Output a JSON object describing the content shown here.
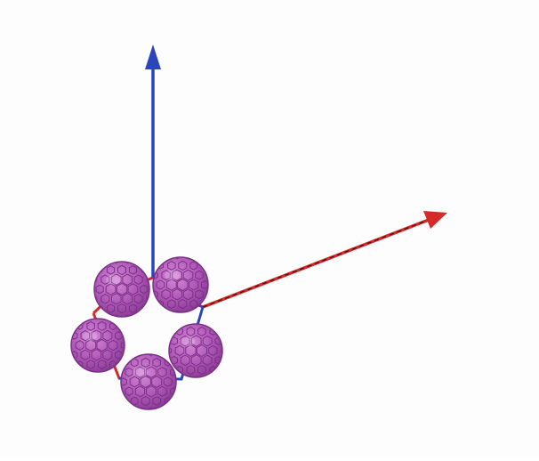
{
  "figure": {
    "background": "#fdfdfd",
    "colors": {
      "vertical_arrow": "#2a46b8",
      "diagonal_arrow": "#d42a2a",
      "diagonal_arrow_dash": "#3a1010",
      "ring_red": "#d42a2a",
      "ring_blue": "#2a46b8",
      "fullerene_fill": "#b05ab8",
      "fullerene_edge": "#7a2f86"
    },
    "elements": {
      "vertical_arrow": "arrow-up",
      "diagonal_arrow": "arrow-right-dashed",
      "fullerene_count": 5,
      "pentagon_ring": "red-and-blue-pentagon"
    }
  }
}
